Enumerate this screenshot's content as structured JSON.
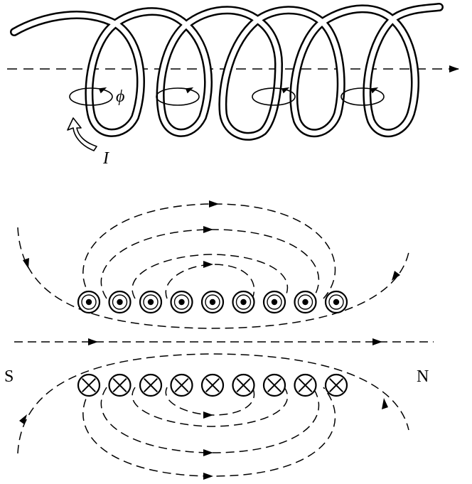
{
  "top": {
    "flux_symbol": "ϕ",
    "current_symbol": "I"
  },
  "bottom": {
    "south_label": "S",
    "north_label": "N",
    "upper_row_symbol": "dot",
    "lower_row_symbol": "cross",
    "conductors_per_row": 9
  },
  "colors": {
    "stroke": "#000000",
    "background": "#ffffff"
  }
}
